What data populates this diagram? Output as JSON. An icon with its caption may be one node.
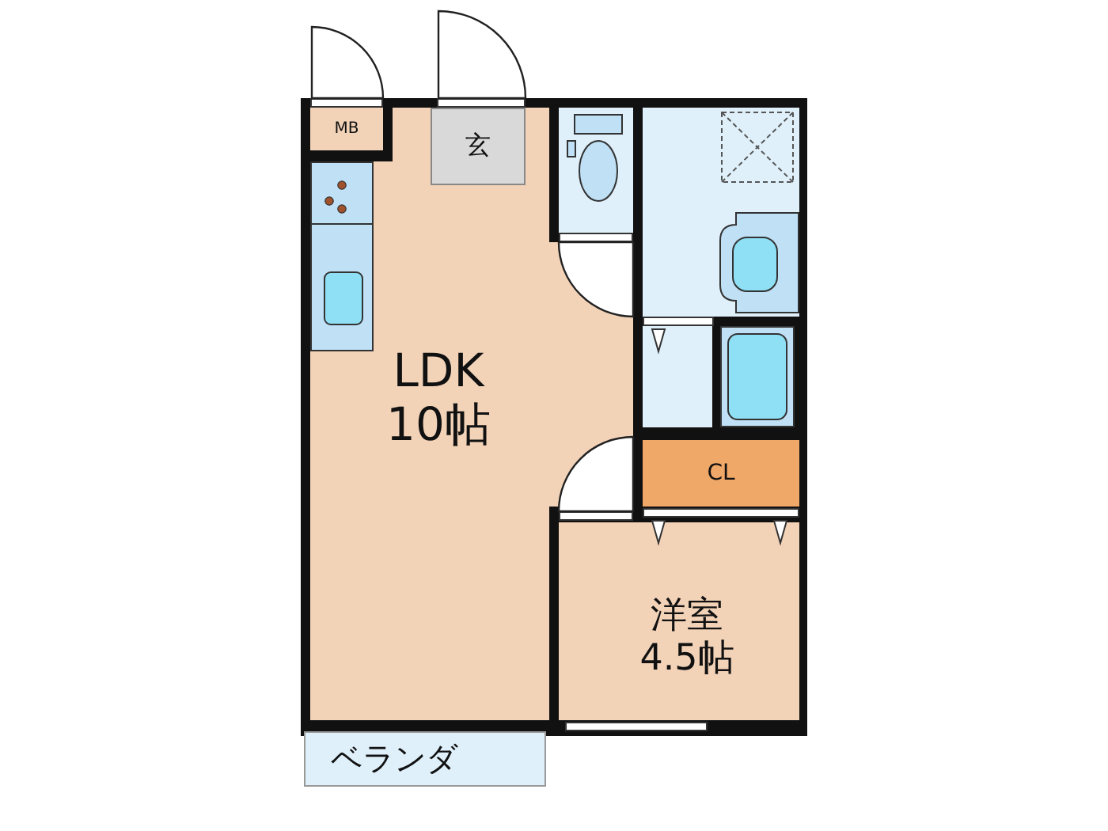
{
  "diagram": {
    "nodes": [
      {
        "text": [
          "MB"
        ],
        "in": 4
      },
      {
        "text": [
          "玄"
        ],
        "in": 4
      },
      {
        "text": [],
        "shape": "box"
      },
      {
        "text": [],
        "shape": "box"
      },
      {
        "text": [
          "LDK 10帖"
        ]
      },
      {
        "text": [],
        "shape": "box"
      },
      {
        "text": [
          "CL"
        ]
      },
      {
        "text": [
          "洋室 4.5帖"
        ]
      },
      {
        "text": [
          "ベランダ"
        ]
      }
    ]
  }
}
